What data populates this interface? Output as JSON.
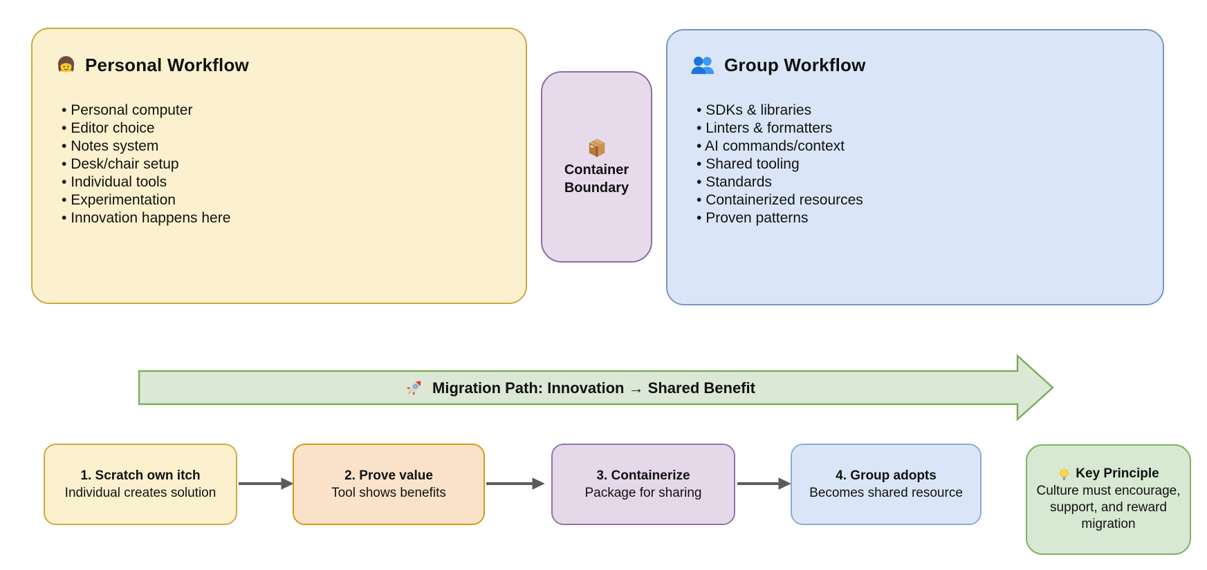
{
  "personal_box": {
    "icon": "person-emoji",
    "title": "Personal Workflow",
    "items": [
      "Personal computer",
      "Editor choice",
      "Notes system",
      "Desk/chair setup",
      "Individual tools",
      "Experimentation",
      "Innovation happens here"
    ],
    "fill": "#FBF1CE",
    "stroke": "#CFA63C"
  },
  "container_box": {
    "icon": "package-emoji",
    "title_line1": "Container",
    "title_line2": "Boundary",
    "fill": "#E7DBEB",
    "stroke": "#8E6BA4"
  },
  "group_box": {
    "icon": "busts-in-silhouette-emoji",
    "title": "Group Workflow",
    "items": [
      "SDKs & libraries",
      "Linters & formatters",
      "AI commands/context",
      "Shared tooling",
      "Standards",
      "Containerized resources",
      "Proven patterns"
    ],
    "fill": "#DAE6F8",
    "stroke": "#7596C6"
  },
  "migration_banner": {
    "icon": "rocket-emoji",
    "label": "Migration Path: Innovation → Shared Benefit",
    "fill": "#DAE8D5",
    "stroke": "#7BAD58"
  },
  "steps": [
    {
      "title": "1. Scratch own itch",
      "subtitle": "Individual creates solution",
      "fill": "#FBF1CE",
      "stroke": "#D2A73E"
    },
    {
      "title": "2. Prove value",
      "subtitle": "Tool shows benefits",
      "fill": "#FBE3CB",
      "stroke": "#D7980E"
    },
    {
      "title": "3. Containerize",
      "subtitle": "Package for sharing",
      "fill": "#E5D8E9",
      "stroke": "#9673A6"
    },
    {
      "title": "4. Group adopts",
      "subtitle": "Becomes shared resource",
      "fill": "#DAE6F8",
      "stroke": "#8AABD6"
    }
  ],
  "key_principle": {
    "icon": "light-bulb-emoji",
    "title": "Key Principle",
    "body": "Culture must encourage, support, and reward migration",
    "fill": "#D7E8D3",
    "stroke": "#7FB25F"
  },
  "connectors": {
    "color": "#5B5B5B"
  }
}
